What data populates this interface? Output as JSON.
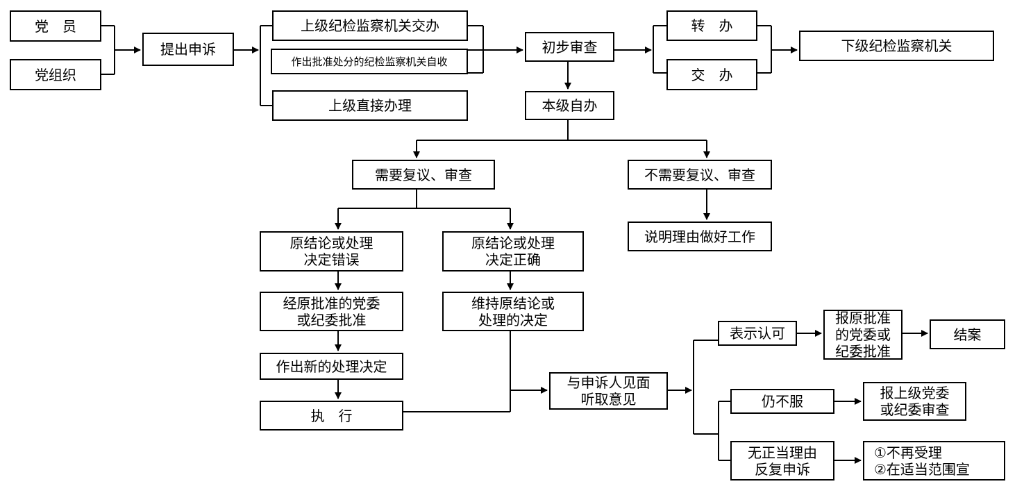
{
  "diagram": {
    "type": "flowchart",
    "nodes": {
      "party_member": "党　员",
      "party_org": "党组织",
      "submit_appeal": "提出申诉",
      "higher_assigned": "上级纪检监察机关交办",
      "self_accept": "作出批准处分的纪检监察机关自收",
      "higher_direct": "上级直接办理",
      "preliminary_review": "初步审查",
      "transfer": "转　办",
      "assign": "交　办",
      "lower_org": "下级纪检监察机关",
      "self_handle": "本级自办",
      "need_review": "需要复议、审查",
      "no_review": "不需要复议、审查",
      "explain_reason": "说明理由做好工作",
      "decision_wrong": "原结论或处理\n决定错误",
      "decision_right": "原结论或处理\n决定正确",
      "approval": "经原批准的党委\n或纪委批准",
      "maintain": "维持原结论或\n处理的决定",
      "new_decision": "作出新的处理决定",
      "execute": "执　行",
      "meet": "与申诉人见面\n听取意见",
      "accept": "表示认可",
      "report_approve": "报原批准\n的党委或\n纪委批准",
      "close_case": "结案",
      "still_disagree": "仍不服",
      "report_higher": "报上级党委\n或纪委审查",
      "repeated": "无正当理由\n反复申诉",
      "no_more": "①不再受理\n②在适当范围宣"
    }
  }
}
